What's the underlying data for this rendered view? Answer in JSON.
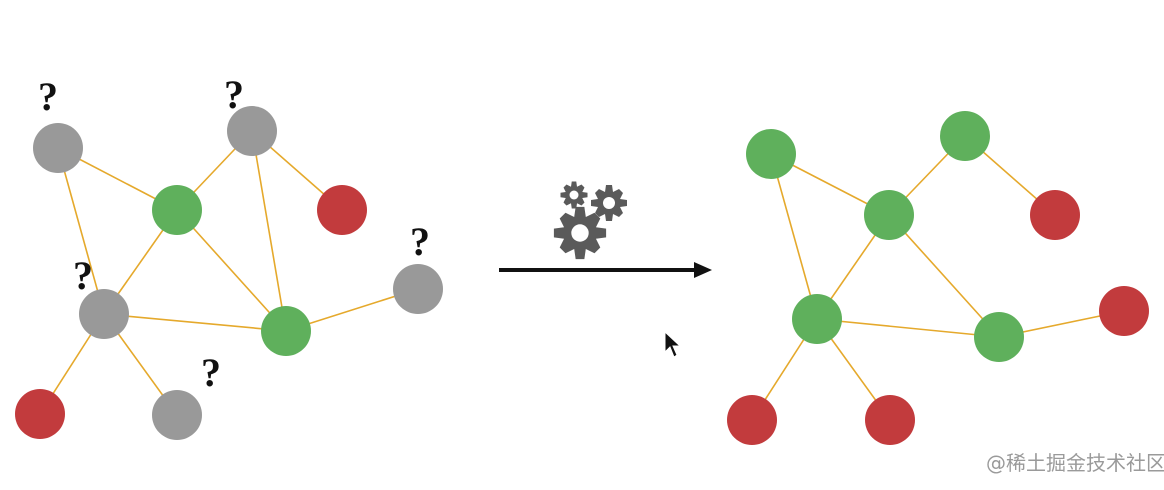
{
  "colors": {
    "edge": "#e5a92c",
    "unknown": "#999999",
    "labeled_green": "#5fb05c",
    "labeled_red": "#c23b3d",
    "arrow": "#111111",
    "gear": "#5a5a5a"
  },
  "question_mark": "?",
  "watermark": "@稀土掘金技术社区",
  "left_graph": {
    "nodes": [
      {
        "id": "A",
        "state": "unknown"
      },
      {
        "id": "B",
        "state": "unknown"
      },
      {
        "id": "C",
        "state": "green"
      },
      {
        "id": "D",
        "state": "red"
      },
      {
        "id": "E",
        "state": "unknown"
      },
      {
        "id": "F",
        "state": "unknown"
      },
      {
        "id": "G",
        "state": "green"
      },
      {
        "id": "H",
        "state": "red"
      },
      {
        "id": "I",
        "state": "unknown"
      }
    ],
    "edges": [
      [
        "A",
        "C"
      ],
      [
        "A",
        "F"
      ],
      [
        "C",
        "B"
      ],
      [
        "B",
        "D"
      ],
      [
        "B",
        "G"
      ],
      [
        "C",
        "F"
      ],
      [
        "C",
        "G"
      ],
      [
        "F",
        "G"
      ],
      [
        "G",
        "E"
      ],
      [
        "F",
        "H"
      ],
      [
        "F",
        "I"
      ]
    ]
  },
  "right_graph": {
    "nodes": [
      {
        "id": "A",
        "state": "green"
      },
      {
        "id": "B",
        "state": "green"
      },
      {
        "id": "C",
        "state": "green"
      },
      {
        "id": "D",
        "state": "red"
      },
      {
        "id": "E",
        "state": "red"
      },
      {
        "id": "F",
        "state": "green"
      },
      {
        "id": "G",
        "state": "green"
      },
      {
        "id": "H",
        "state": "red"
      },
      {
        "id": "I",
        "state": "red"
      }
    ],
    "edges": [
      [
        "A",
        "C"
      ],
      [
        "A",
        "F"
      ],
      [
        "C",
        "B"
      ],
      [
        "B",
        "D"
      ],
      [
        "C",
        "F"
      ],
      [
        "C",
        "G"
      ],
      [
        "F",
        "G"
      ],
      [
        "G",
        "E"
      ],
      [
        "F",
        "H"
      ],
      [
        "F",
        "I"
      ]
    ]
  }
}
